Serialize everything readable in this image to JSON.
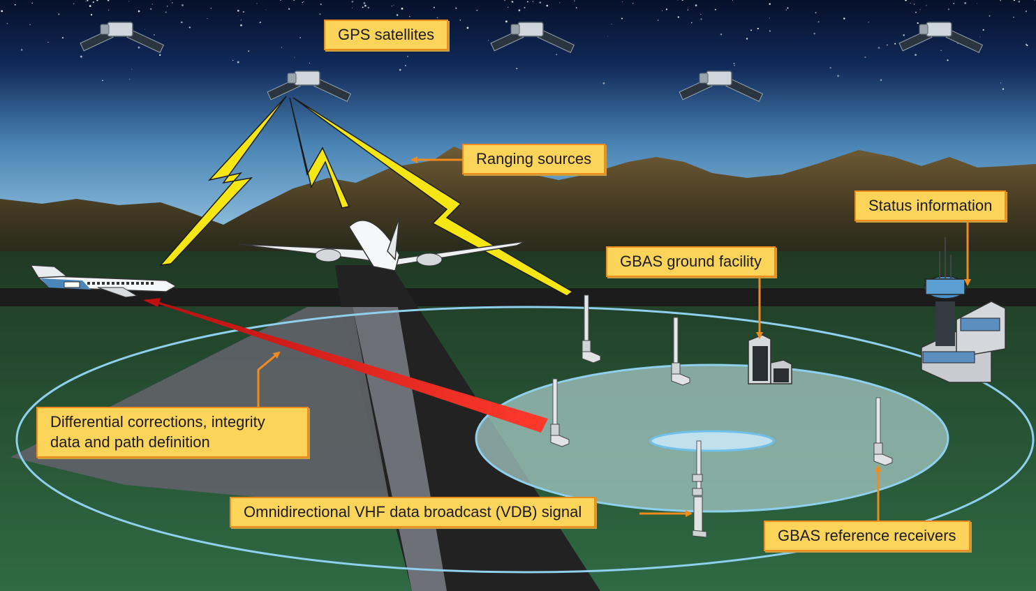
{
  "labels": {
    "gps_satellites": "GPS satellites",
    "ranging_sources": "Ranging sources",
    "status_information": "Status information",
    "gbas_ground_facility": "GBAS ground facility",
    "differential_line1": "Differential corrections, integrity",
    "differential_line2": "data and path definition",
    "vdb_signal": "Omnidirectional VHF data broadcast (VDB) signal",
    "reference_receivers": "GBAS reference receivers"
  },
  "colors": {
    "label_fill": "#fdd45a",
    "label_border": "#f08c1e",
    "arrow": "#f08c1e",
    "signal_bolt": "#f5e614",
    "vdb_beam": "#e0201c",
    "coverage_ring": "#8fd0ee"
  },
  "icons": [
    "satellite-icon",
    "airplane-icon",
    "antenna-icon",
    "building-icon",
    "control-tower-icon",
    "lightning-signal-icon"
  ]
}
